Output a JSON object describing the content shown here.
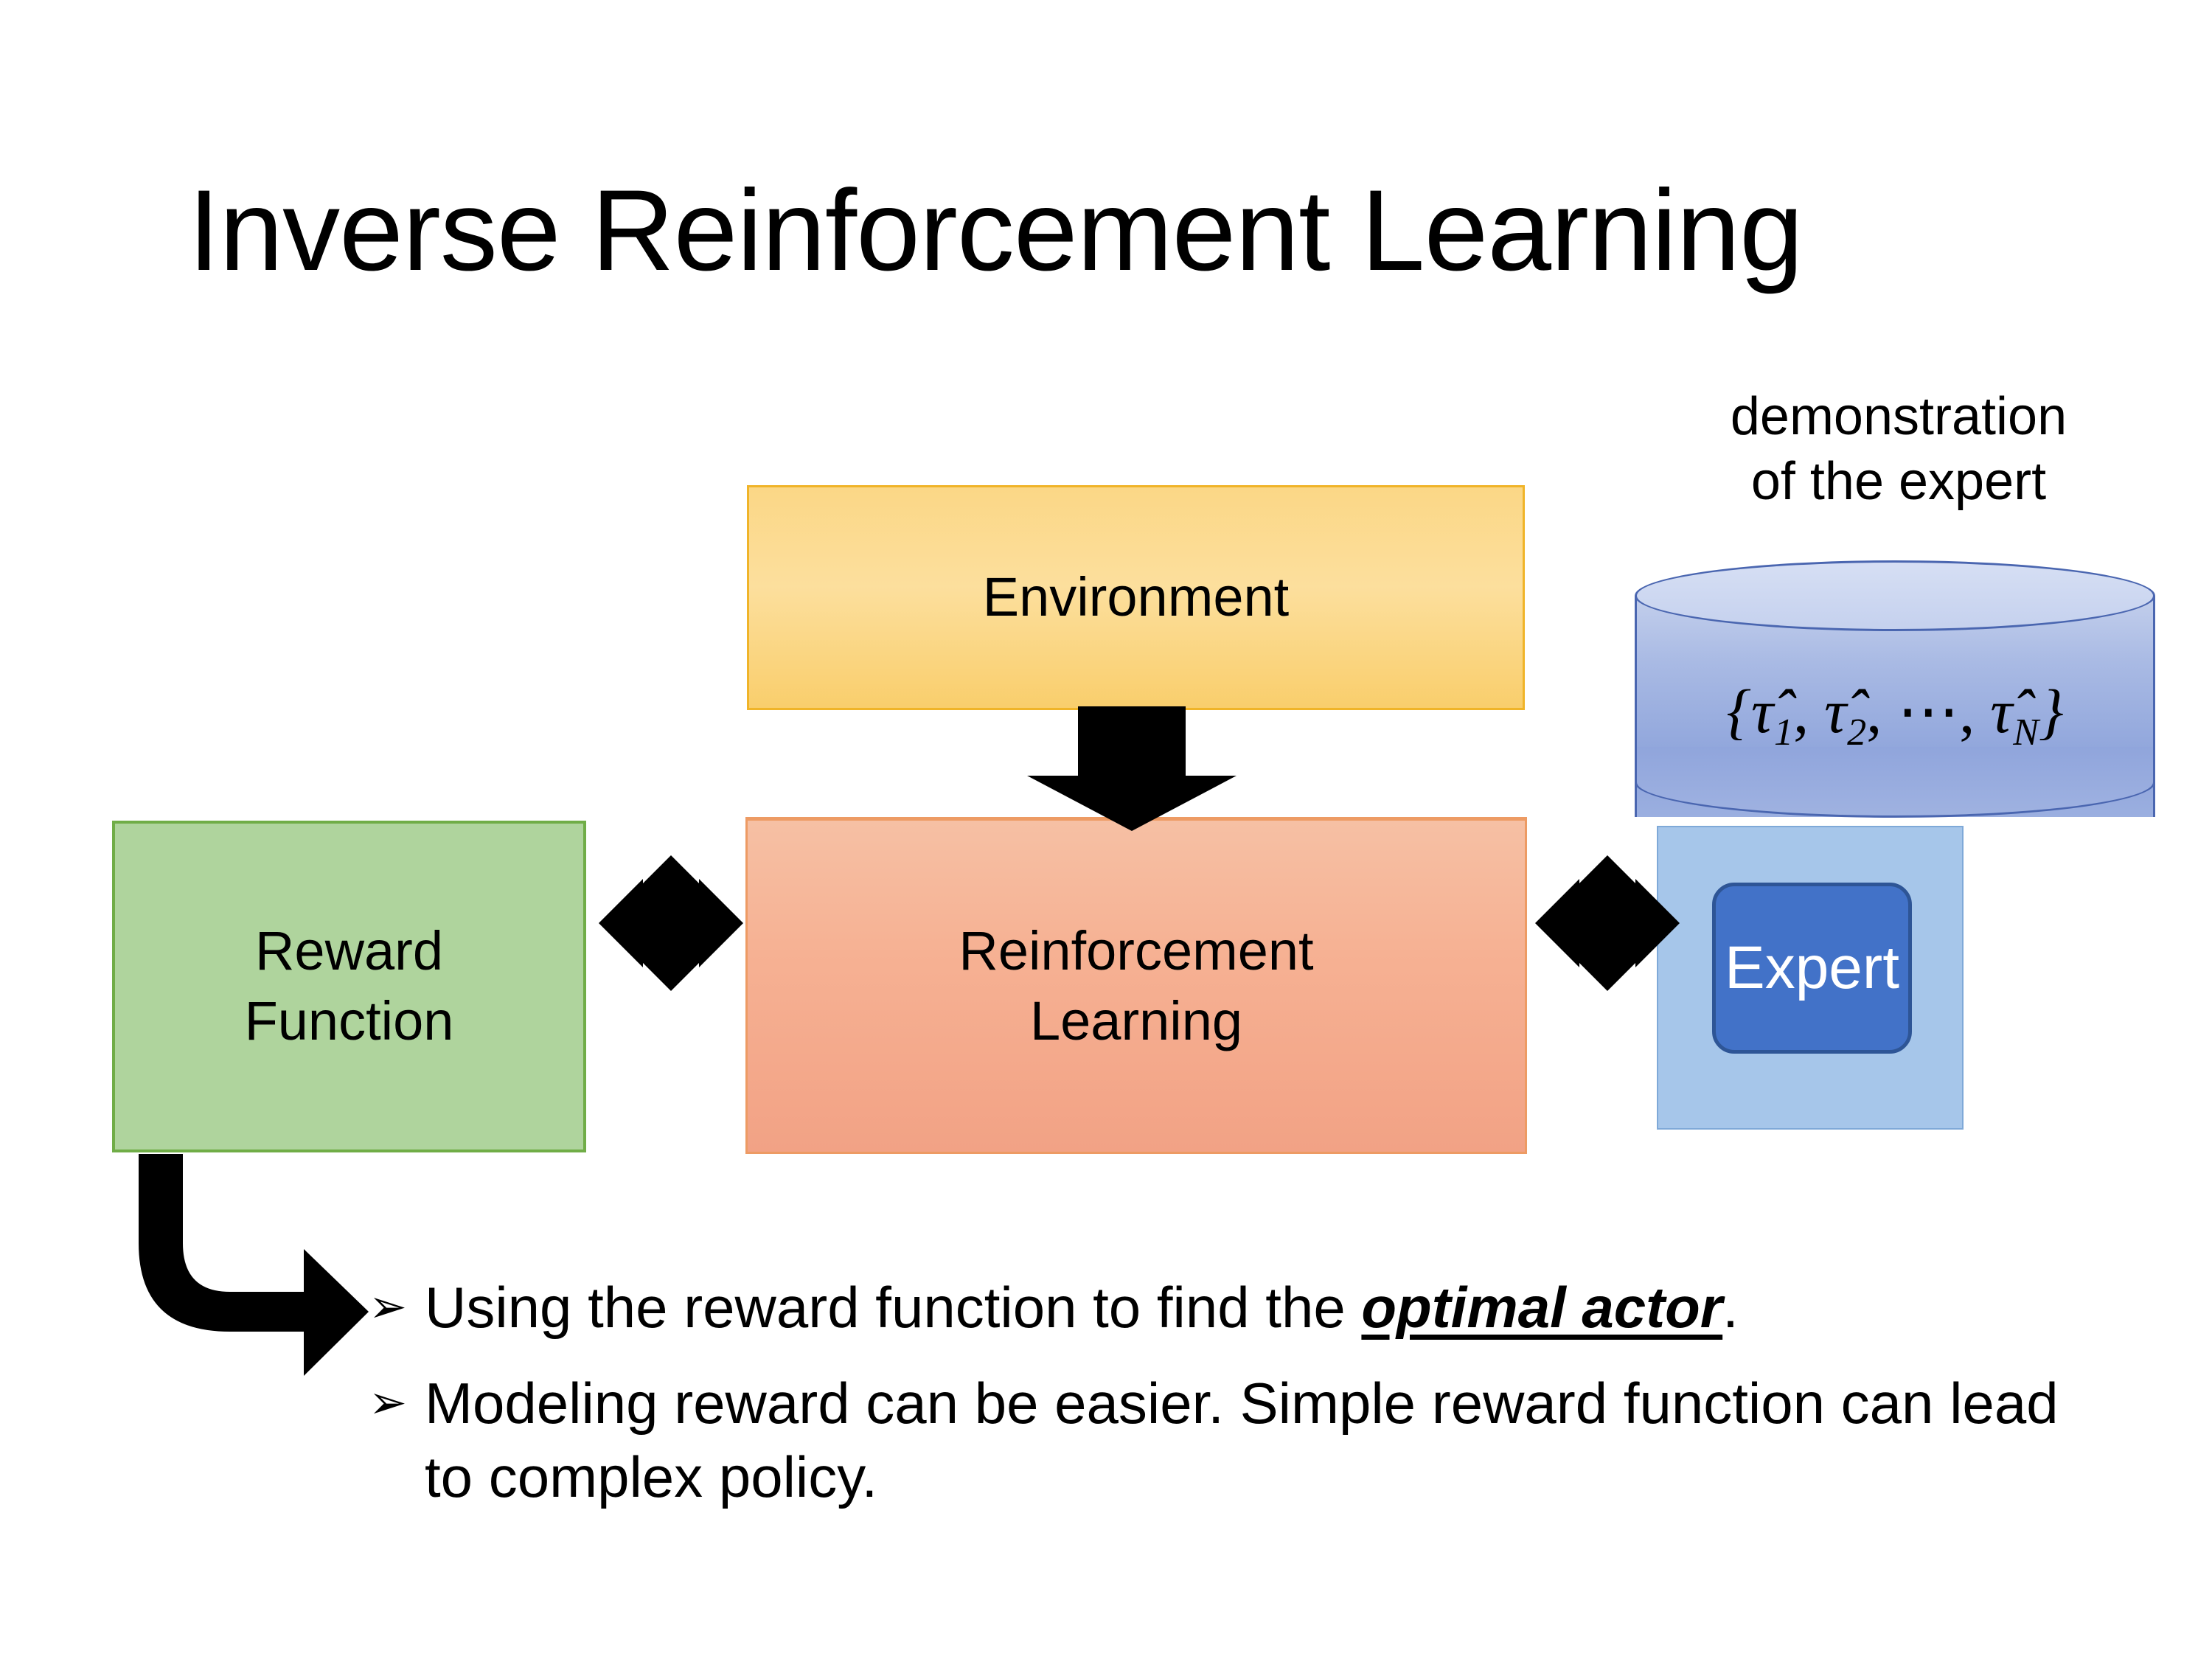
{
  "slide": {
    "title": "Inverse Reinforcement Learning",
    "background_color": "#FFFFFF"
  },
  "diagram": {
    "environment": {
      "label": "Environment",
      "fill_color": "#FCDE95",
      "border_color": "#F0B429"
    },
    "reinforcement_learning": {
      "label": "Reinforcement\nLearning",
      "line1": "Reinforcement",
      "line2": "Learning",
      "fill_color": "#F5B395",
      "border_color": "#ED9B64"
    },
    "reward_function": {
      "label": "Reward\nFunction",
      "line1": "Reward",
      "line2": "Function",
      "fill_color": "#AFD49D",
      "border_color": "#70AD47"
    },
    "expert_panel": {
      "fill_color": "#A6C6EA",
      "border_color": "#7FA9D8"
    },
    "expert_box": {
      "label": "Expert",
      "fill_color": "#4472C4",
      "border_color": "#2E5596",
      "text_color": "#FFFFFF"
    },
    "demonstration_cylinder": {
      "caption_line1": "demonstration",
      "caption_line2": "of the expert",
      "formula_open": "{",
      "formula_tokens": [
        {
          "base": "τ̂",
          "sub": "1"
        },
        {
          "base": "τ̂",
          "sub": "2"
        },
        {
          "base": "⋯",
          "sub": ""
        },
        {
          "base": "τ̂",
          "sub": "N"
        }
      ],
      "formula_close": "}",
      "formula_plain": "{τ̂1, τ̂2, ⋯, τ̂N}",
      "fill_color": "#8FA8DC",
      "top_color": "#D4DEF2",
      "border_color": "#4A66B0"
    },
    "arrows": {
      "env_to_rl": {
        "name": "down-arrow",
        "direction": "down",
        "color": "#000000"
      },
      "reward_rl": {
        "name": "quad-arrow",
        "direction": "four-way",
        "color": "#000000"
      },
      "rl_expert": {
        "name": "quad-arrow",
        "direction": "four-way",
        "color": "#000000"
      },
      "reward_to_bullet": {
        "name": "bent-arrow",
        "direction": "down-then-right",
        "color": "#000000"
      }
    }
  },
  "bullets": [
    {
      "marker": "➢",
      "text_before": "Using the reward function to find the ",
      "emphasis": "optimal actor",
      "text_after": "."
    },
    {
      "marker": "➢",
      "text_before": "Modeling reward can be easier. Simple reward function can lead to complex policy.",
      "emphasis": "",
      "text_after": ""
    }
  ]
}
